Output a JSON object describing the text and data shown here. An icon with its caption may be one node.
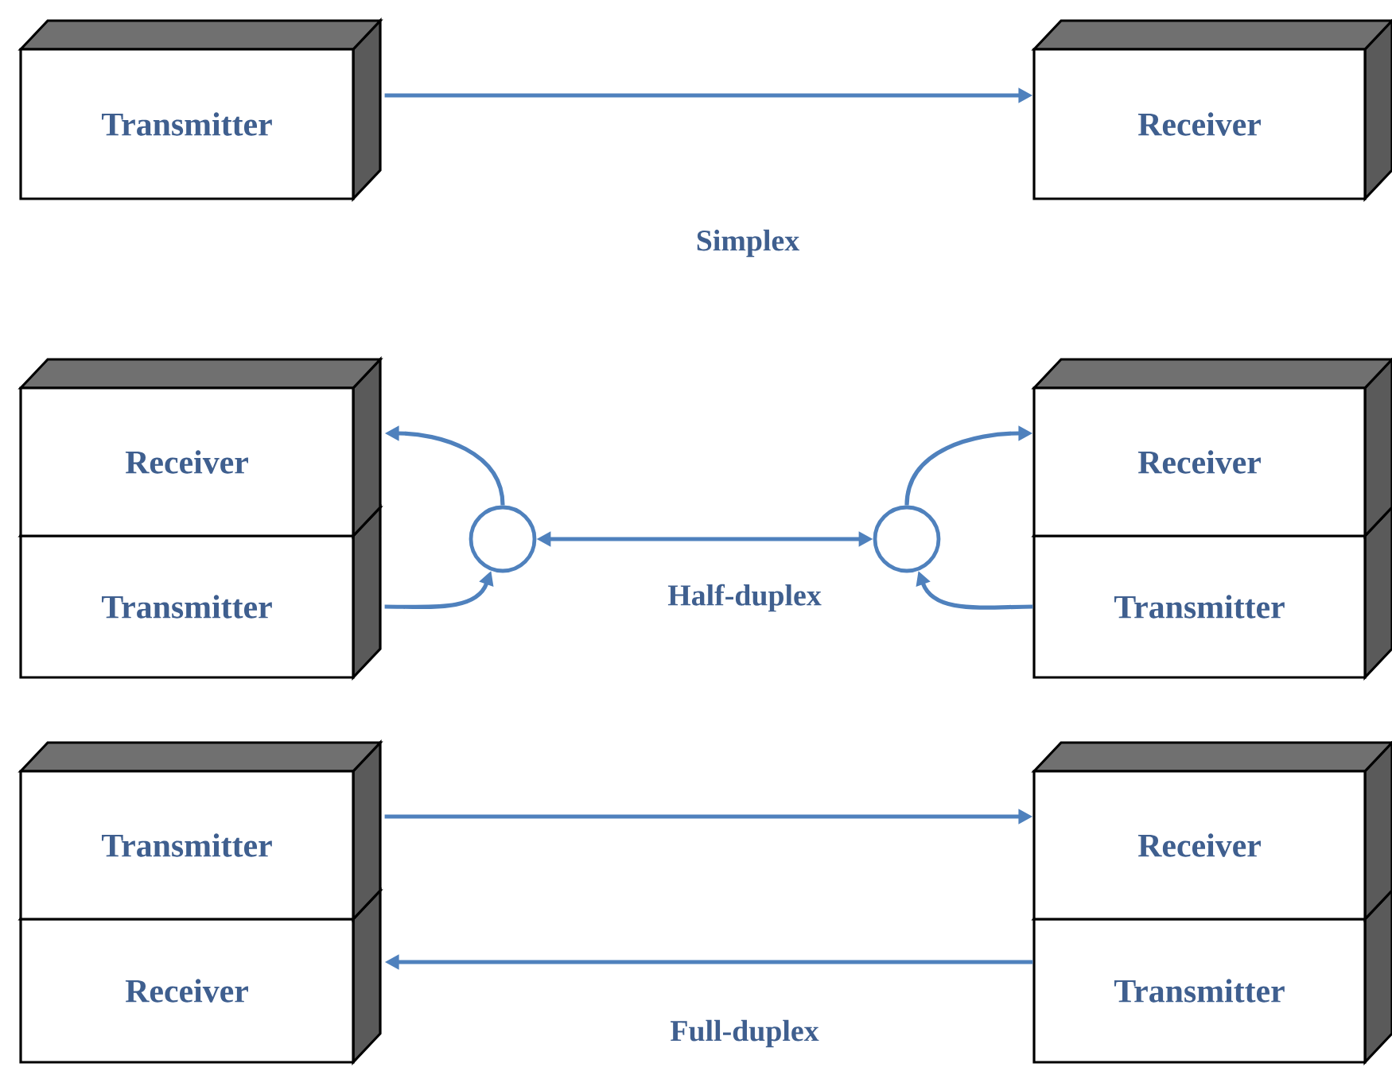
{
  "diagram": {
    "nodes": [
      {
        "text": [
          "Transmitter"
        ]
      },
      {
        "text": [
          "Receiver"
        ]
      },
      {
        "text": [
          "Receiver"
        ]
      },
      {
        "text": [
          "Transmitter"
        ]
      },
      {
        "text": [],
        "shape": "circle"
      },
      {
        "text": [],
        "shape": "circle"
      },
      {
        "text": [
          "Receiver"
        ]
      },
      {
        "text": [
          "Transmitter"
        ]
      },
      {
        "text": [
          "Transmitter"
        ]
      },
      {
        "text": [
          "Receiver"
        ]
      },
      {
        "text": [
          "Receiver"
        ]
      },
      {
        "text": [
          "Transmitter"
        ]
      }
    ],
    "edges": [
      {
        "from": 0,
        "to": 1,
        "arrow": "to"
      },
      {
        "from": 4,
        "to": 2,
        "arrow": "to"
      },
      {
        "from": 3,
        "to": 4,
        "arrow": "to"
      },
      {
        "from": 4,
        "to": 5,
        "arrow": "both"
      },
      {
        "from": 5,
        "to": 6,
        "arrow": "to"
      },
      {
        "from": 7,
        "to": 5,
        "arrow": "to"
      },
      {
        "from": 8,
        "to": 10,
        "arrow": "to"
      },
      {
        "from": 11,
        "to": 9,
        "arrow": "to"
      }
    ],
    "labels": [
      "Simplex",
      "Half-duplex",
      "Full-duplex"
    ]
  }
}
